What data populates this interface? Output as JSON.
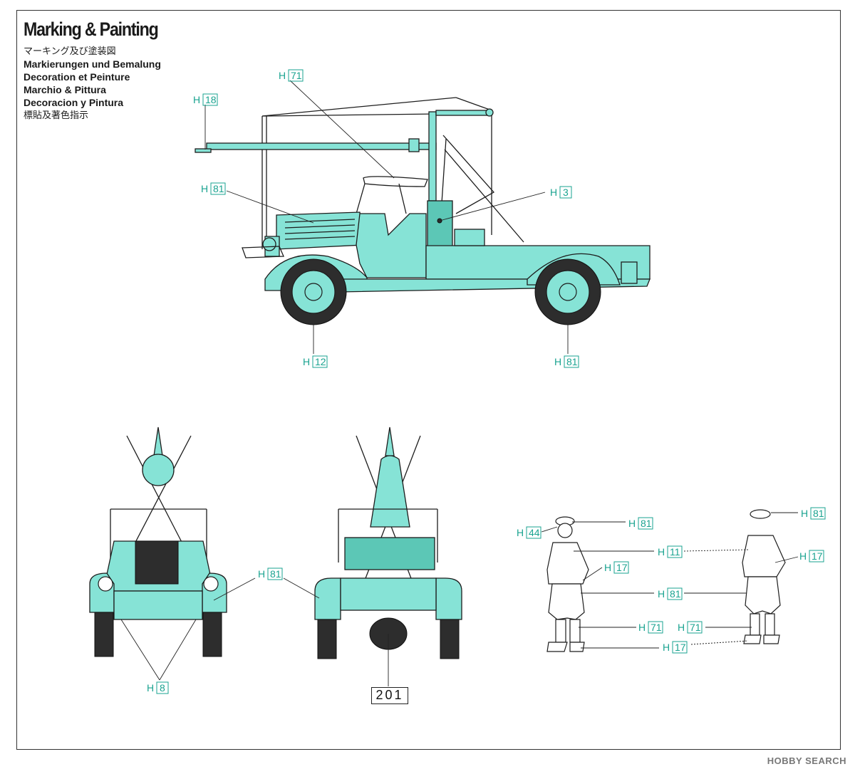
{
  "header": {
    "title": "Marking & Painting",
    "lines": [
      "マーキング及び塗装図",
      "Markierungen und Bemalung",
      "Decoration et Peinture",
      "Marchio & Pittura",
      "Decoracion y Pintura",
      "標貼及著色指示"
    ]
  },
  "callouts": {
    "h71_top": "71",
    "h18": "18",
    "h81_hood": "81",
    "h3": "3",
    "h12": "12",
    "h81_rear_wheel": "81",
    "h8": "8",
    "h81_front": "81",
    "h81_cap_left": "81",
    "h44": "44",
    "h17_left": "17",
    "h11": "11",
    "h81_trousers": "81",
    "h71_puttee_left": "71",
    "h71_puttee_right": "71",
    "h17_boots": "17",
    "h81_cap_right": "81",
    "h17_right": "17"
  },
  "callout_prefix": "H",
  "decal": "201",
  "watermark": "HOBBY SEARCH",
  "colors": {
    "paint": "#86e3d6",
    "callout_text": "#1aa390"
  }
}
